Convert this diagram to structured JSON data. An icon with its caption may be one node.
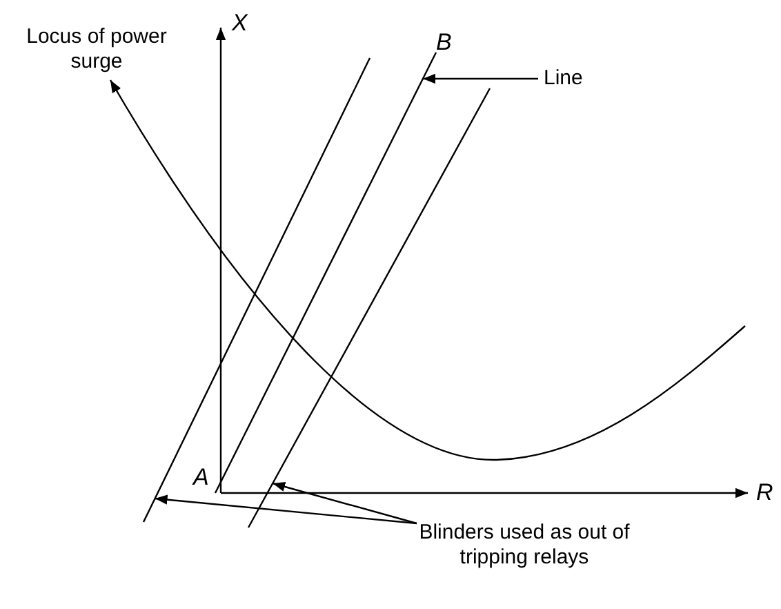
{
  "diagram": {
    "nodes": [
      {
        "text": [
          "Line"
        ]
      },
      {
        "text": [],
        "shape": "line"
      },
      {
        "text": [
          "Blinders used as out of tripping relays"
        ]
      },
      {
        "text": [],
        "shape": "line"
      },
      {
        "text": [],
        "shape": "line"
      },
      {
        "text": [
          "Locus of power surge"
        ]
      }
    ],
    "edges": [
      {
        "from": 0,
        "to": 1,
        "arrow": "to"
      },
      {
        "from": 2,
        "to": 3,
        "arrow": "to"
      },
      {
        "from": 2,
        "to": 4,
        "arrow": "to"
      },
      {
        "from": null,
        "to": 5,
        "arrow": "to"
      }
    ],
    "labels": [
      "X",
      "B",
      "A",
      "R"
    ]
  }
}
